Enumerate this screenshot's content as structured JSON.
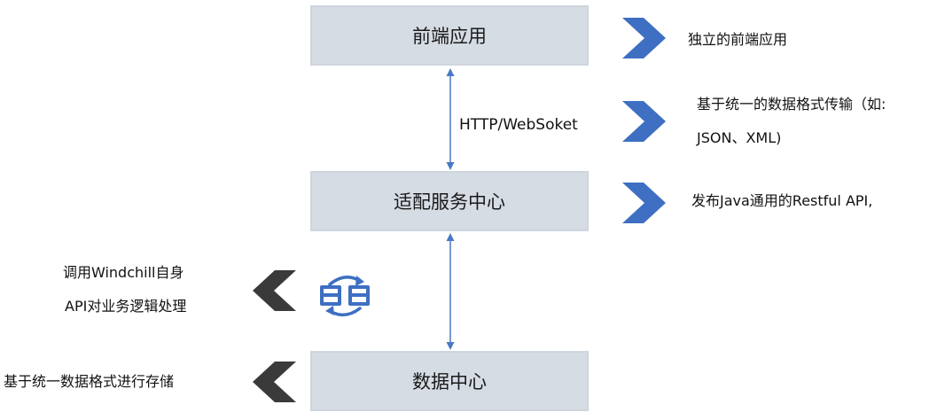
{
  "boxes": {
    "frontend": "前端应用",
    "adapter": "适配服务中心",
    "data": "数据中心"
  },
  "connector_label": "HTTP/WebSoket",
  "annotations": {
    "frontend_desc": "独立的前端应用",
    "format_desc_line1": "基于统一的数据格式传输（如:",
    "format_desc_line2": "JSON、XML)",
    "adapter_desc": "发布Java通用的Restful API,",
    "windchill_line1": "调用Windchill自身",
    "windchill_line2": "API对业务逻辑处理",
    "storage_desc": "基于统一数据格式进行存储"
  },
  "icons": {
    "right_chevron": "chevron-right-icon",
    "left_chevron": "chevron-left-icon",
    "processing": "sync-processing-icon"
  },
  "colors": {
    "box_fill": "#d6dce4",
    "chevron_blue": "#3e6fc2",
    "chevron_dark": "#3a3a3a",
    "arrow": "#4a79c4"
  }
}
